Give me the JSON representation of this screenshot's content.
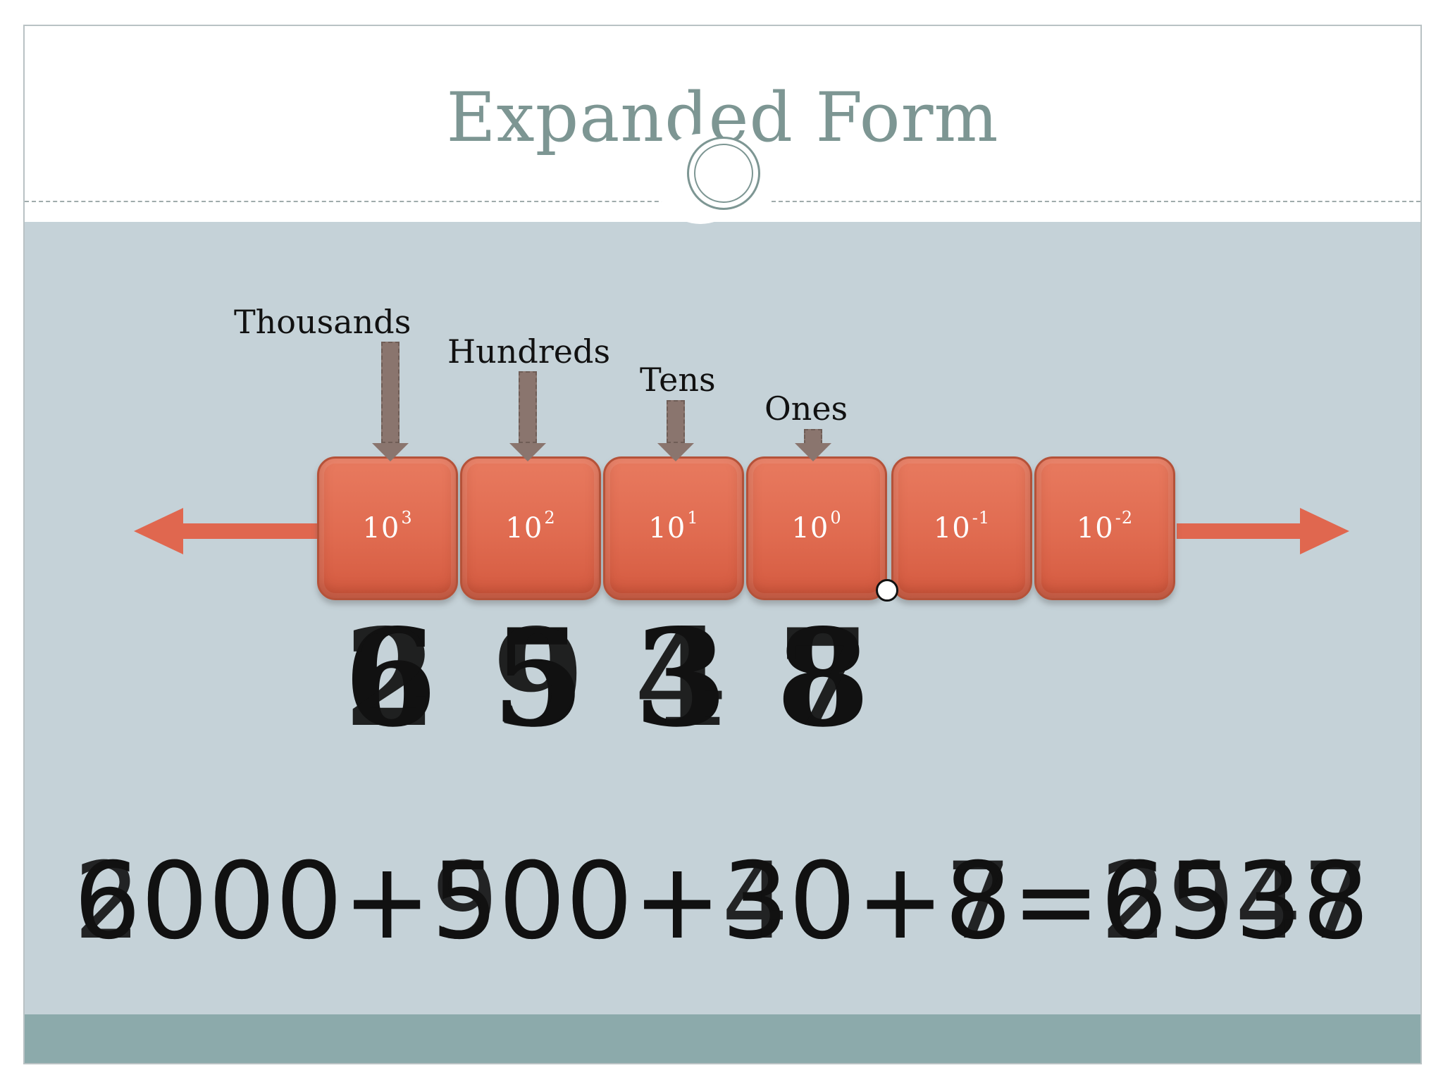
{
  "slide": {
    "title": "Expanded Form"
  },
  "places": [
    {
      "label": "Thousands",
      "power_base": "10",
      "power_exp": "3"
    },
    {
      "label": "Hundreds",
      "power_base": "10",
      "power_exp": "2"
    },
    {
      "label": "Tens",
      "power_base": "10",
      "power_exp": "1"
    },
    {
      "label": "Ones",
      "power_base": "10",
      "power_exp": "0"
    },
    {
      "label": "",
      "power_base": "10",
      "power_exp": "-1"
    },
    {
      "label": "",
      "power_base": "10",
      "power_exp": "-2"
    }
  ],
  "digits": {
    "thousands": {
      "front": "2",
      "back": "6"
    },
    "hundreds": {
      "front": "9",
      "back": "5"
    },
    "tens": {
      "front": "4",
      "back": "3"
    },
    "ones": {
      "front": "7",
      "back": "8"
    }
  },
  "equations": {
    "front": "2000+900+40+7=2947",
    "back": "6000+500+30+8=6538"
  },
  "colors": {
    "title": "#7d9693",
    "content_bg": "#c5d2d8",
    "footer_bg": "#8caaab",
    "box": "#e06b50",
    "arrow": "#e0674f",
    "pointer": "#8a756e"
  }
}
